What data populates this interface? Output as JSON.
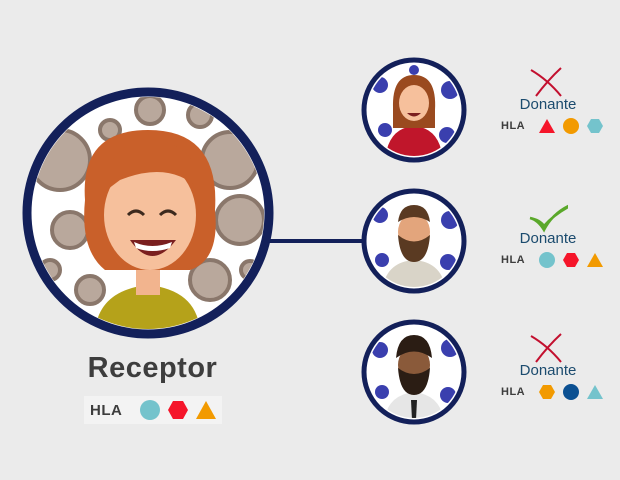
{
  "receptor": {
    "title": "Receptor",
    "hla_label": "HLA",
    "markers": [
      {
        "shape": "circle",
        "color": "#74c3cc"
      },
      {
        "shape": "hexagon",
        "color": "#f5152a"
      },
      {
        "shape": "triangle",
        "color": "#f29a00"
      }
    ]
  },
  "colors": {
    "ring": "#13205a",
    "background": "#ebebeb",
    "match": "#5aa82a",
    "mismatch": "#c3102f"
  },
  "donors": [
    {
      "label": "Donante",
      "hla_label": "HLA",
      "result": "x-mark-icon",
      "markers": [
        {
          "shape": "triangle",
          "color": "#f5152a"
        },
        {
          "shape": "circle",
          "color": "#f29a00"
        },
        {
          "shape": "hexagon",
          "color": "#74c3cc"
        }
      ]
    },
    {
      "label": "Donante",
      "hla_label": "HLA",
      "result": "check-mark-icon",
      "markers": [
        {
          "shape": "circle",
          "color": "#74c3cc"
        },
        {
          "shape": "hexagon",
          "color": "#f5152a"
        },
        {
          "shape": "triangle",
          "color": "#f29a00"
        }
      ]
    },
    {
      "label": "Donante",
      "hla_label": "HLA",
      "result": "x-mark-icon",
      "markers": [
        {
          "shape": "hexagon",
          "color": "#f29a00"
        },
        {
          "shape": "circle",
          "color": "#0b5092"
        },
        {
          "shape": "triangle",
          "color": "#74c3cc"
        }
      ]
    }
  ]
}
